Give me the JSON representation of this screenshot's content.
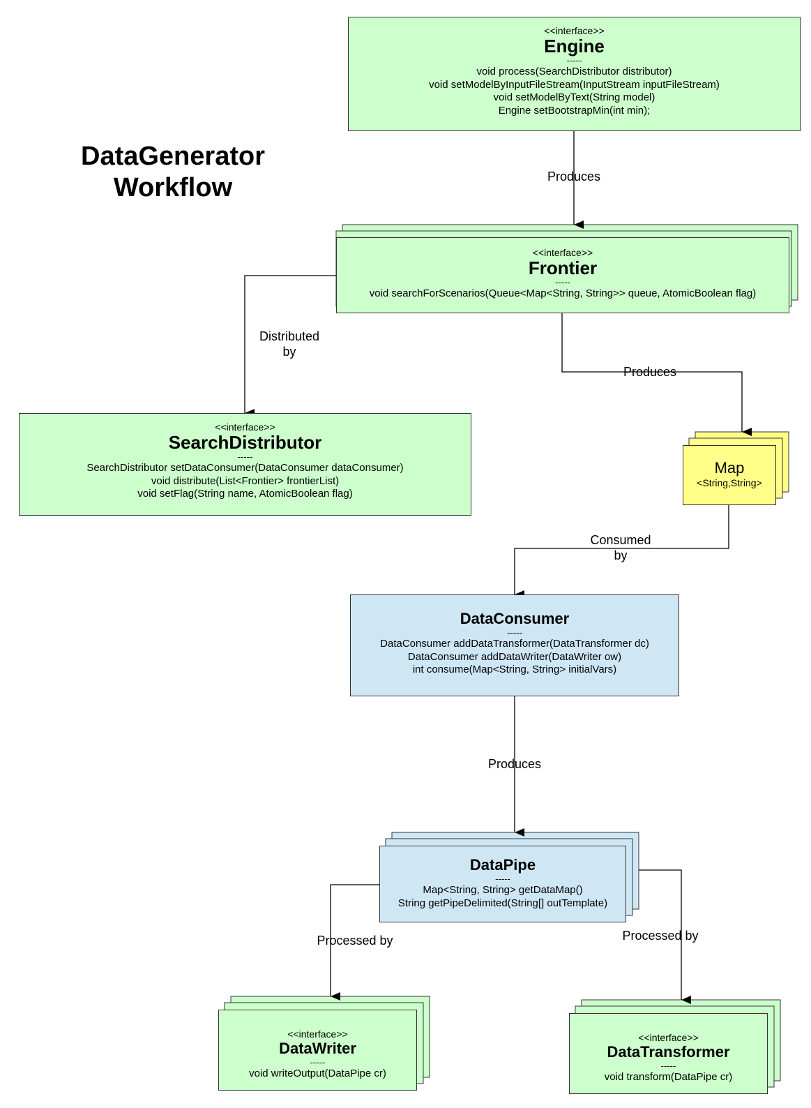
{
  "title": {
    "line1": "DataGenerator",
    "line2": "Workflow"
  },
  "nodes": {
    "engine": {
      "stereotype": "<<interface>>",
      "name": "Engine",
      "separator": "-----",
      "methods": [
        "void process(SearchDistributor distributor)",
        "void setModelByInputFileStream(InputStream inputFileStream)",
        "void setModelByText(String model)",
        "Engine setBootstrapMin(int min);"
      ]
    },
    "frontier": {
      "stereotype": "<<interface>>",
      "name": "Frontier",
      "separator": "-----",
      "methods": [
        "void searchForScenarios(Queue<Map<String, String>> queue, AtomicBoolean flag)"
      ]
    },
    "search_distributor": {
      "stereotype": "<<interface>>",
      "name": "SearchDistributor",
      "separator": "-----",
      "methods": [
        "SearchDistributor setDataConsumer(DataConsumer dataConsumer)",
        "void distribute(List<Frontier> frontierList)",
        "void setFlag(String name, AtomicBoolean flag)"
      ]
    },
    "map": {
      "name": "Map",
      "subtitle": "<String,String>"
    },
    "data_consumer": {
      "name": "DataConsumer",
      "separator": "-----",
      "methods": [
        "DataConsumer addDataTransformer(DataTransformer dc)",
        "DataConsumer addDataWriter(DataWriter ow)",
        "int consume(Map<String, String> initialVars)"
      ]
    },
    "data_pipe": {
      "name": "DataPipe",
      "separator": "-----",
      "methods": [
        "Map<String, String> getDataMap()",
        "String getPipeDelimited(String[] outTemplate)"
      ]
    },
    "data_writer": {
      "stereotype": "<<interface>>",
      "name": "DataWriter",
      "separator": "-----",
      "methods": [
        "void writeOutput(DataPipe cr)"
      ]
    },
    "data_transformer": {
      "stereotype": "<<interface>>",
      "name": "DataTransformer",
      "separator": "-----",
      "methods": [
        "void transform(DataPipe cr)"
      ]
    }
  },
  "edges": {
    "engine_frontier": "Produces",
    "frontier_distributor": {
      "line1": "Distributed",
      "line2": "by"
    },
    "frontier_map": "Produces",
    "map_consumer": {
      "line1": "Consumed",
      "line2": "by"
    },
    "consumer_pipe": "Produces",
    "pipe_writer": "Processed by",
    "pipe_transformer": "Processed by"
  },
  "colors": {
    "interface_fill": "#ccffcc",
    "class_fill": "#cfe7f5",
    "map_fill": "#ffff88",
    "border": "#333333"
  }
}
